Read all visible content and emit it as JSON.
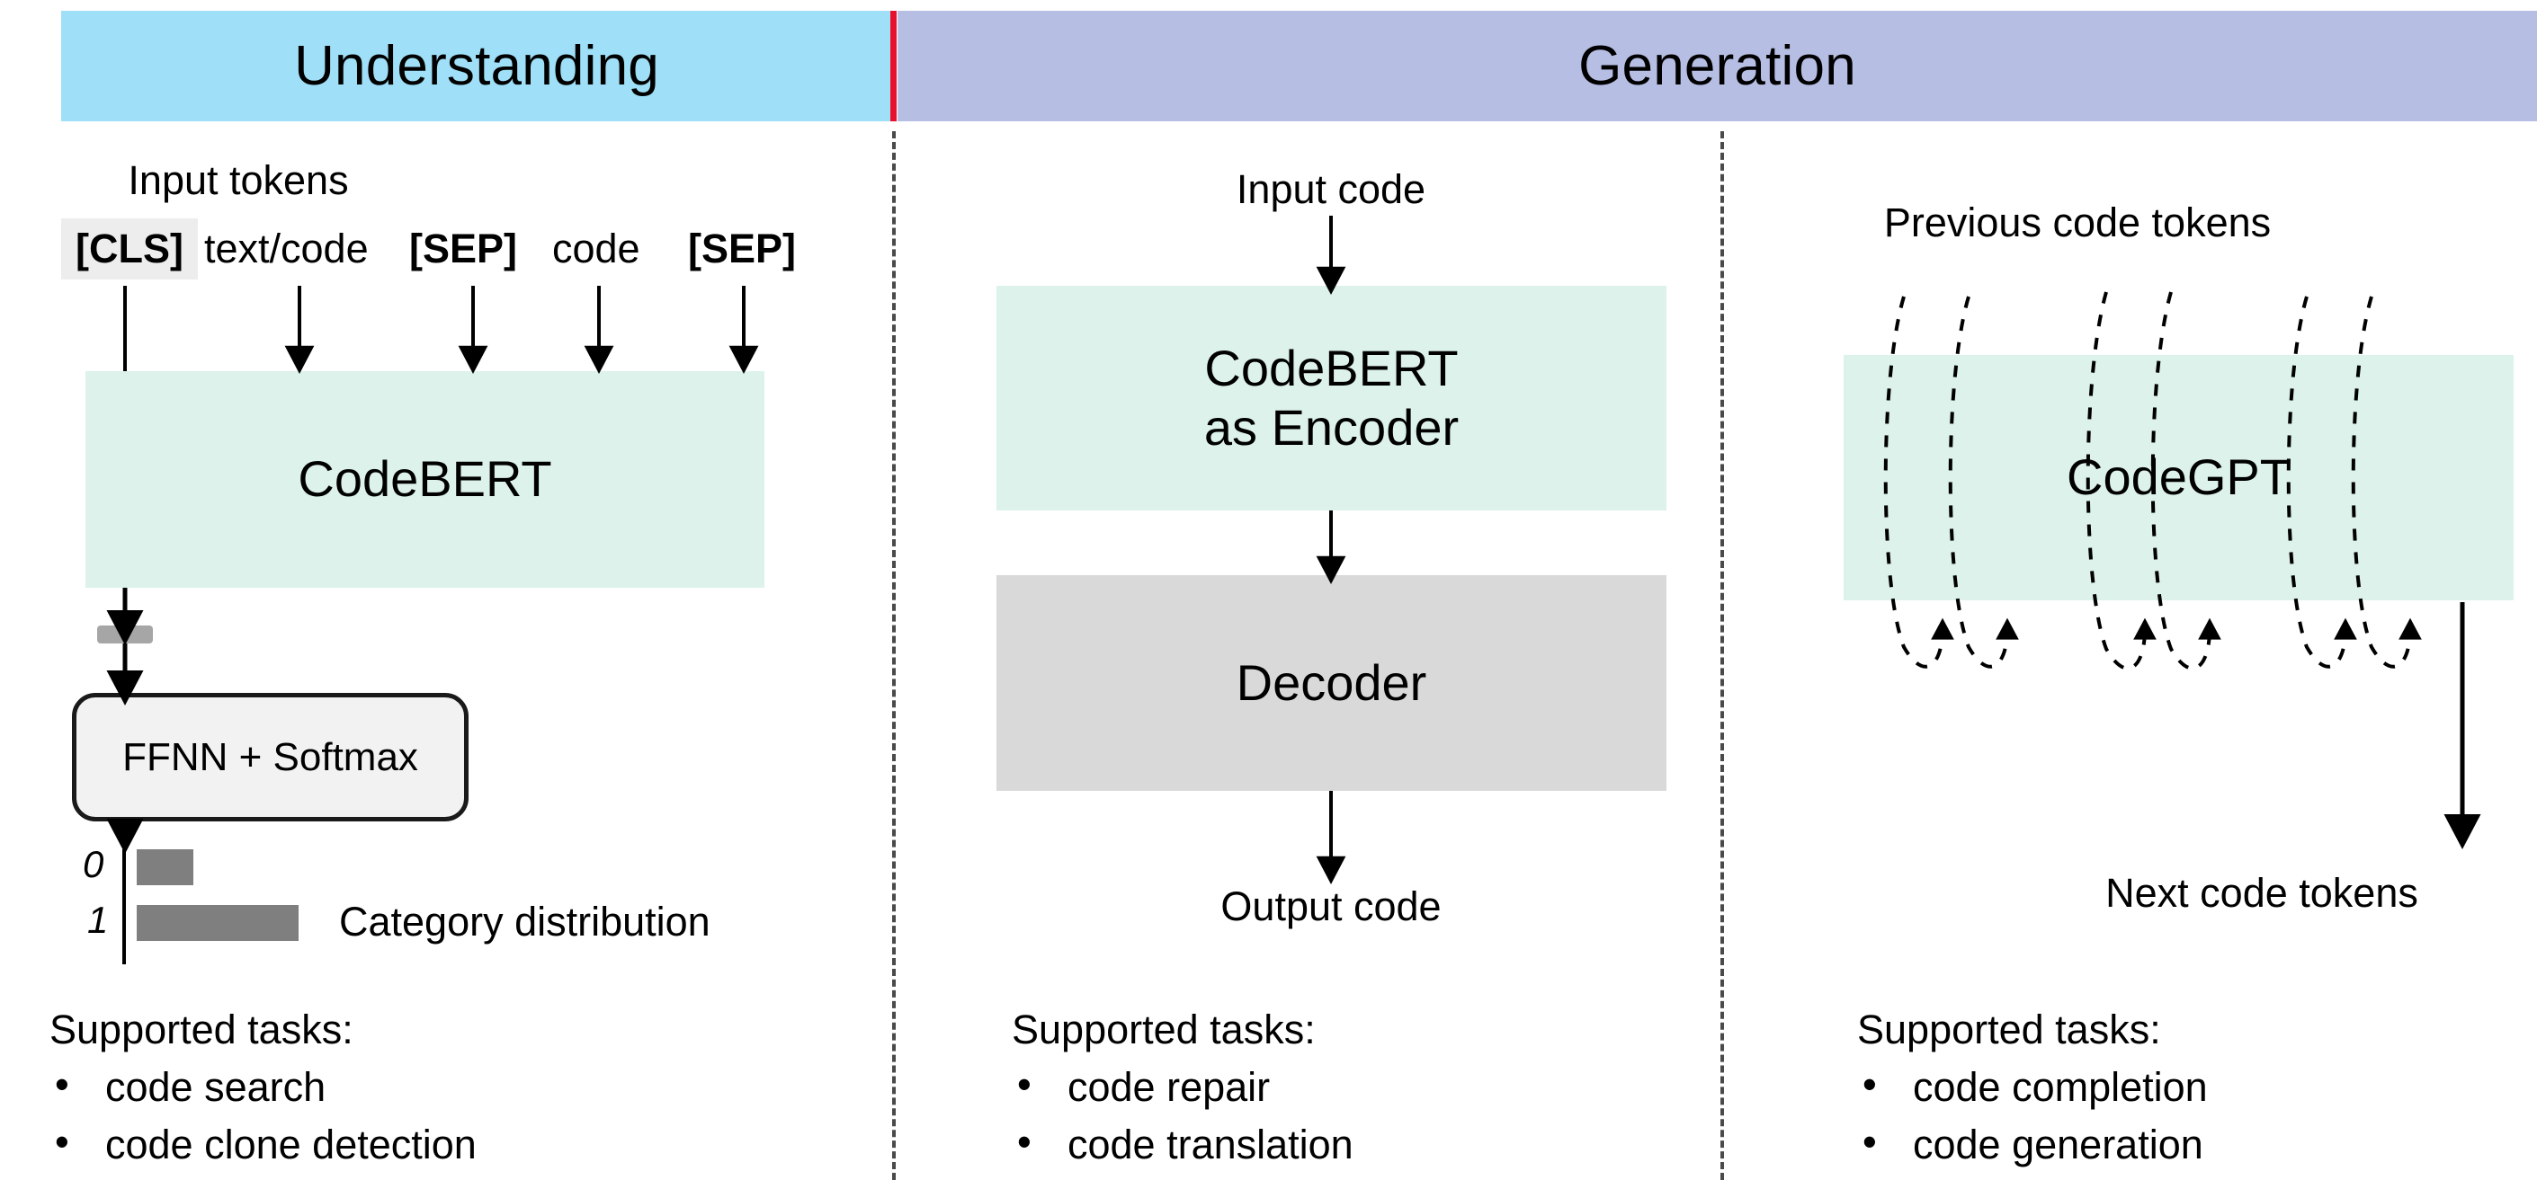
{
  "banner": {
    "understanding": "Understanding",
    "generation": "Generation",
    "split_color": "#E8112D",
    "understanding_color": "#9FDFF7",
    "generation_color": "#B6BEE3"
  },
  "colors": {
    "model_box_teal": "#DCF2EA",
    "decoder_gray": "#D9D9D9",
    "bar_gray": "#7F7F7F",
    "chip_gray": "#A6A6A6",
    "cls_highlight": "#EDEDED",
    "ffnn_fill": "#F2F2F2"
  },
  "understanding": {
    "input_caption": "Input tokens",
    "tokens": [
      {
        "text": "[CLS]",
        "bold": true,
        "highlighted": true
      },
      {
        "text": "text/code",
        "bold": false,
        "highlighted": false
      },
      {
        "text": "[SEP]",
        "bold": true,
        "highlighted": false
      },
      {
        "text": "code",
        "bold": false,
        "highlighted": false
      },
      {
        "text": "[SEP]",
        "bold": true,
        "highlighted": false
      }
    ],
    "model_box": "CodeBERT",
    "ffnn_box": "FFNN + Softmax",
    "distribution_label": "Category distribution",
    "tasks_heading": "Supported tasks:",
    "tasks": [
      "code search",
      "code clone detection"
    ],
    "bullet": "•"
  },
  "generation_encoder_decoder": {
    "input_caption": "Input code",
    "encoder_box_line1": "CodeBERT",
    "encoder_box_line2": "as Encoder",
    "decoder_box": "Decoder",
    "output_caption": "Output code",
    "tasks_heading": "Supported tasks:",
    "tasks": [
      "code repair",
      "code translation"
    ],
    "bullet": "•"
  },
  "generation_autoregressive": {
    "input_caption": "Previous code tokens",
    "model_box": "CodeGPT",
    "output_caption": "Next code tokens",
    "tasks_heading": "Supported tasks:",
    "tasks": [
      "code completion",
      "code generation"
    ],
    "bullet": "•"
  },
  "chart_data": {
    "type": "bar",
    "title": "Category distribution",
    "orientation": "horizontal",
    "categories": [
      "0",
      "1"
    ],
    "values": [
      0.22,
      0.63
    ],
    "xlabel": "",
    "ylabel": "",
    "xlim": [
      0,
      1
    ],
    "grid": false,
    "legend": "none",
    "bar_color": "#7F7F7F"
  }
}
